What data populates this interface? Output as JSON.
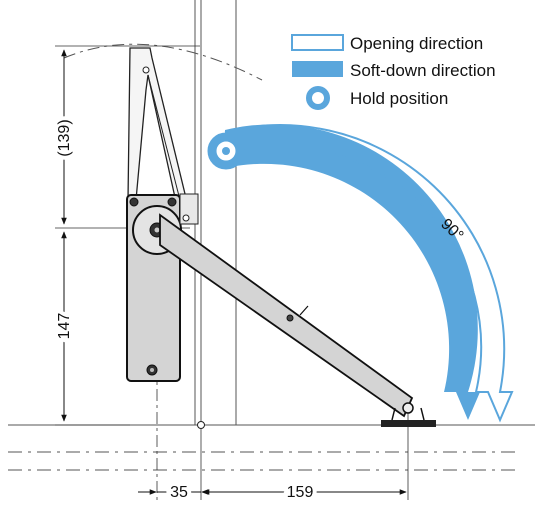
{
  "legend": {
    "opening": "Opening direction",
    "soft_down": "Soft-down direction",
    "hold": "Hold position"
  },
  "dimensions": {
    "top_height": "(139)",
    "lower_height": "147",
    "offset": "35",
    "reach": "159"
  },
  "angle_label": "90°",
  "colors": {
    "accent": "#5aa6dc",
    "mechanism_fill": "#d4d4d4",
    "line": "#111111"
  }
}
